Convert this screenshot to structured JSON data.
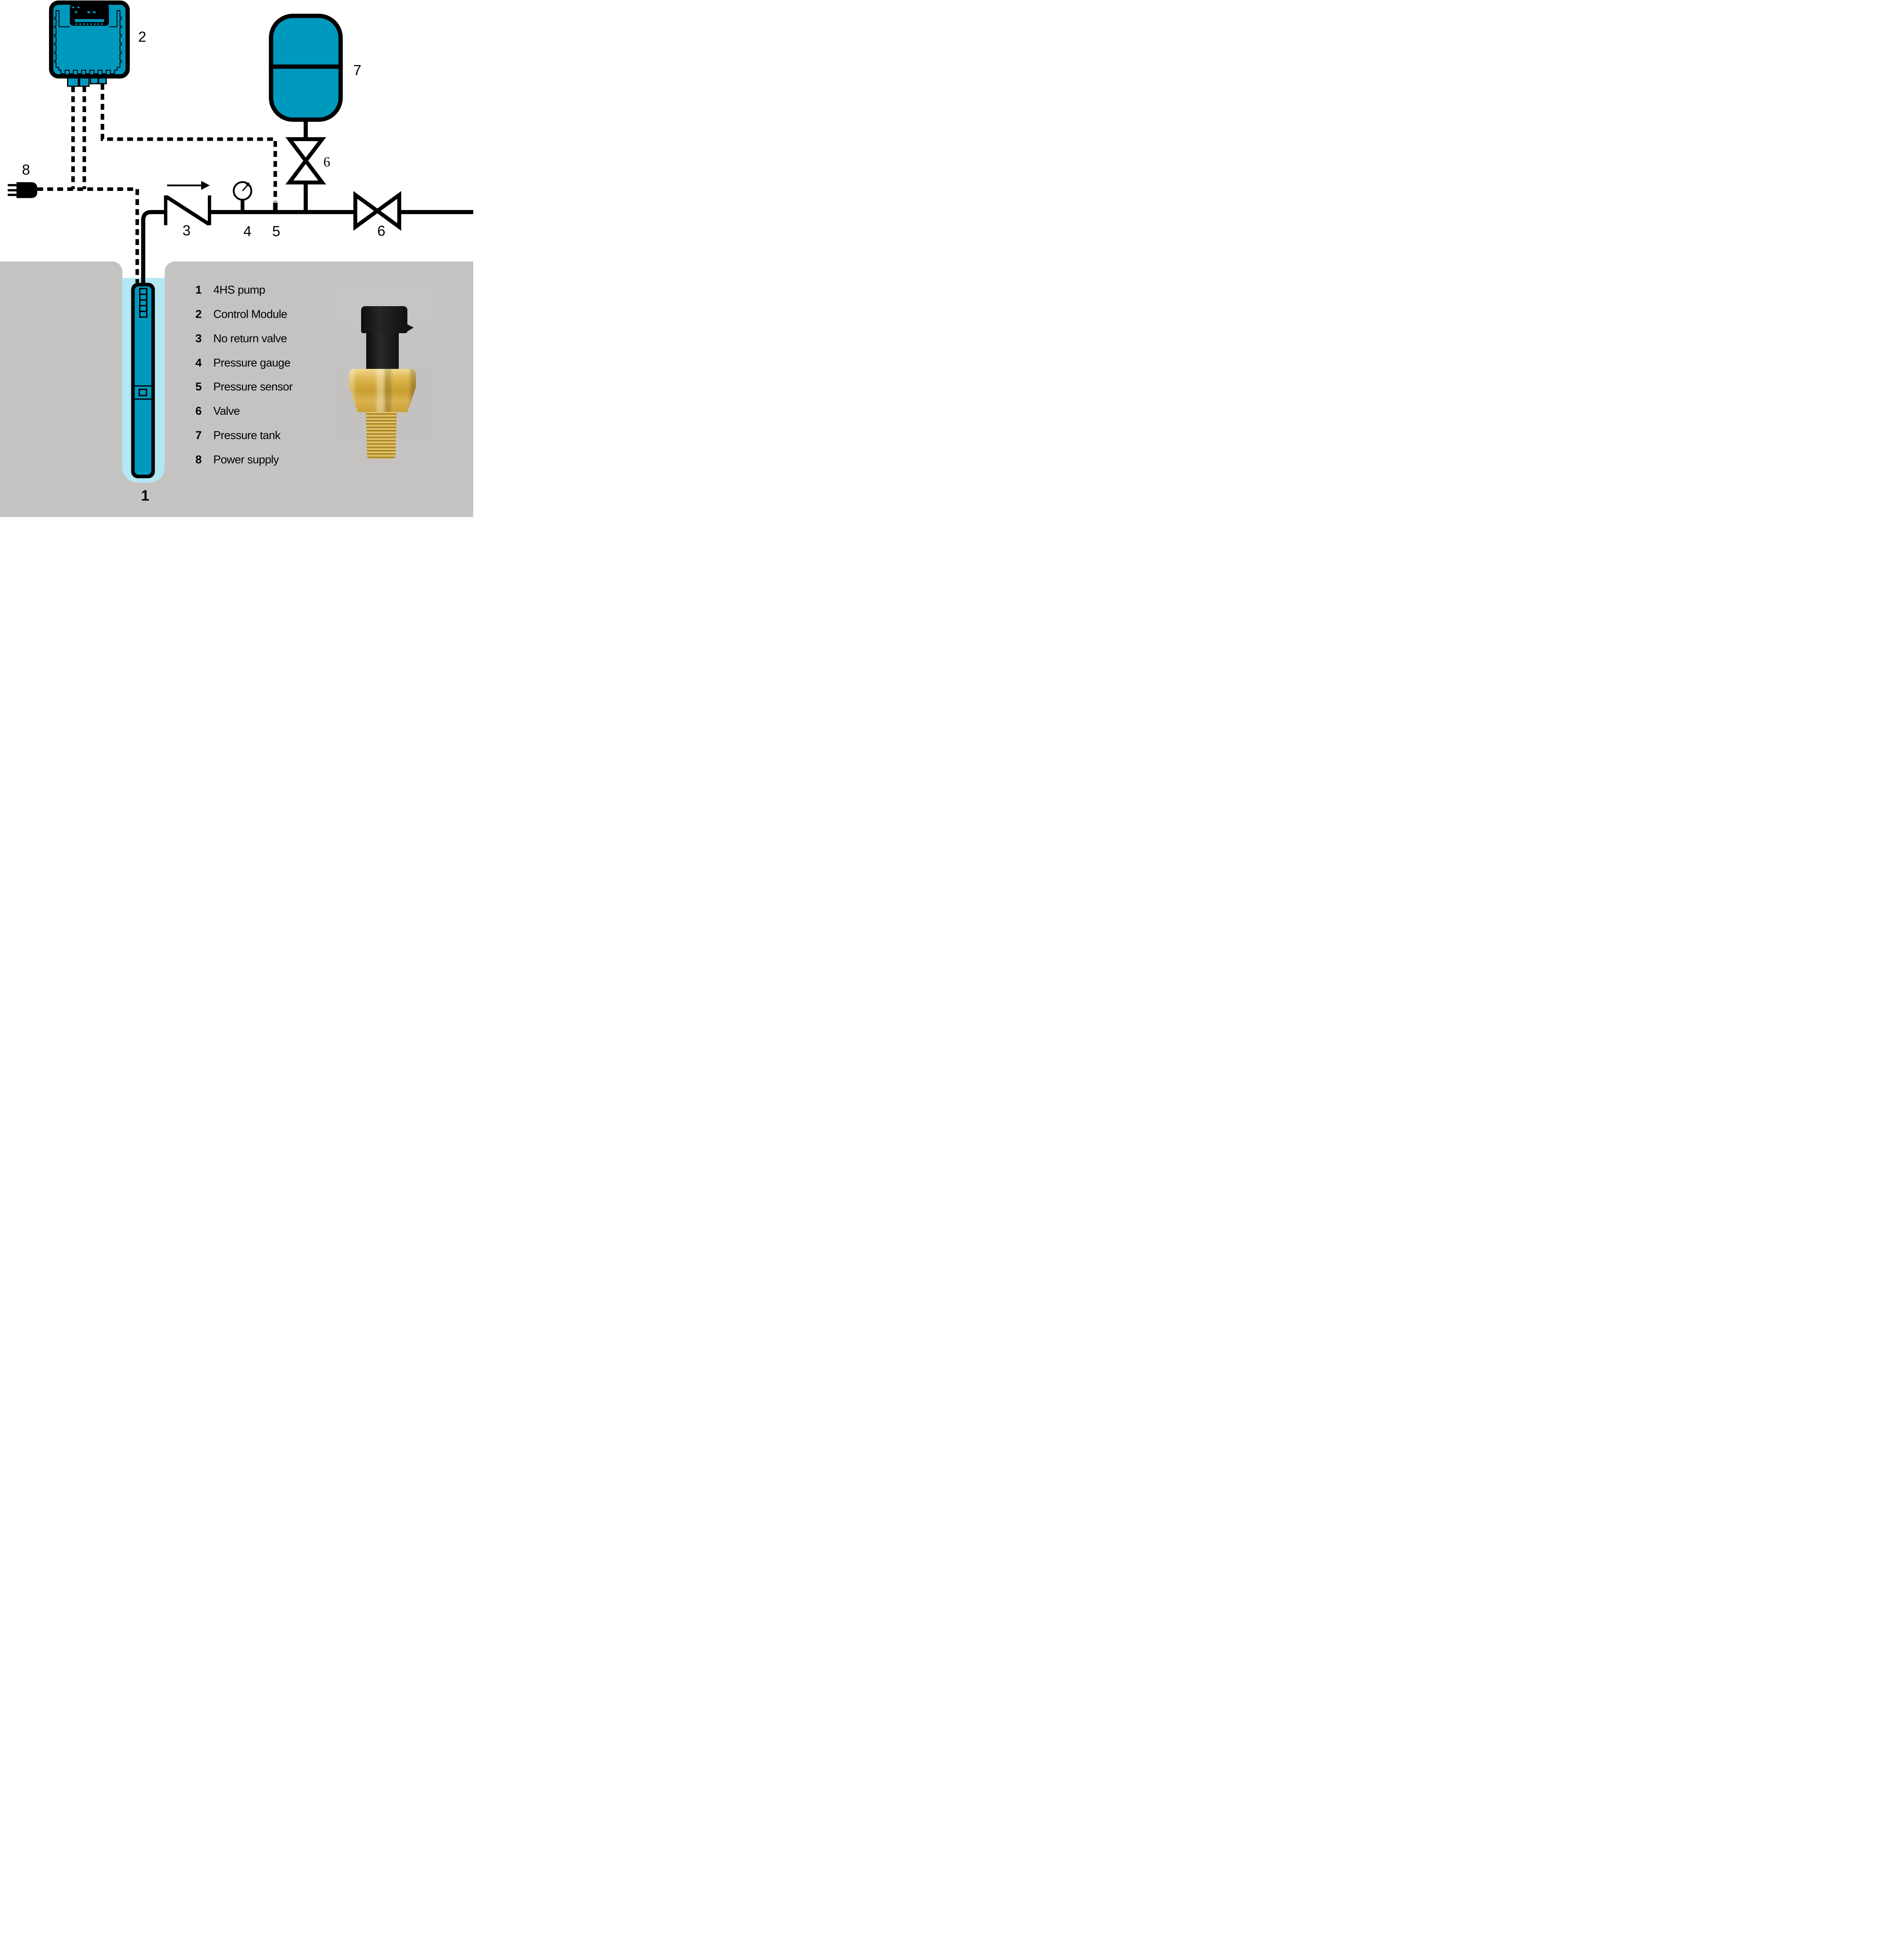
{
  "colors": {
    "teal": "#0099be",
    "water_light_blue": "#b3e7f3",
    "ground_gray": "#c5c3c2",
    "line_black": "#000000",
    "brass": "#d2a63c"
  },
  "diagram": {
    "labels": {
      "pump": "1",
      "control_module": "2",
      "no_return_valve": "3",
      "pressure_gauge": "4",
      "pressure_sensor": "5",
      "valve_tank": "6",
      "valve_line": "6",
      "pressure_tank": "7",
      "power_supply": "8"
    }
  },
  "legend": {
    "items": [
      {
        "num": "1",
        "label": "4HS pump"
      },
      {
        "num": "2",
        "label": "Control Module"
      },
      {
        "num": "3",
        "label": "No return valve"
      },
      {
        "num": "4",
        "label": "Pressure gauge"
      },
      {
        "num": "5",
        "label": "Pressure sensor"
      },
      {
        "num": "6",
        "label": "Valve"
      },
      {
        "num": "7",
        "label": "Pressure tank"
      },
      {
        "num": "8",
        "label": "Power supply"
      }
    ]
  }
}
